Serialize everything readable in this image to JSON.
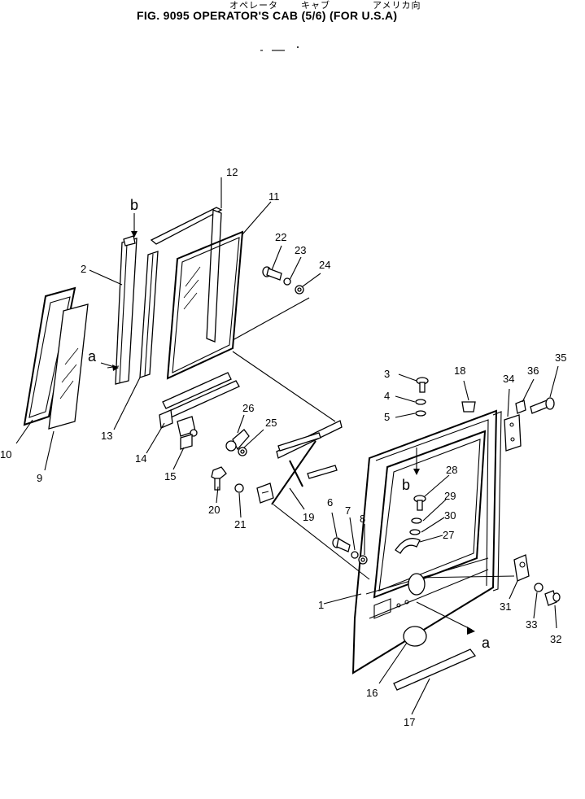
{
  "header": {
    "katakana": {
      "operator": "オペレータ",
      "cab": "キャブ",
      "usa": "アメリカ向"
    },
    "title": "FIG. 9095  OPERATOR'S CAB (5/6) (FOR U.S.A)"
  },
  "callouts": [
    "1",
    "2",
    "3",
    "4",
    "5",
    "6",
    "7",
    "8",
    "9",
    "10",
    "11",
    "12",
    "13",
    "14",
    "15",
    "16",
    "17",
    "18",
    "19",
    "20",
    "21",
    "22",
    "23",
    "24",
    "25",
    "26",
    "27",
    "28",
    "29",
    "30",
    "31",
    "32",
    "33",
    "34",
    "35",
    "36"
  ],
  "pointers": {
    "a": "a",
    "b": "b"
  }
}
